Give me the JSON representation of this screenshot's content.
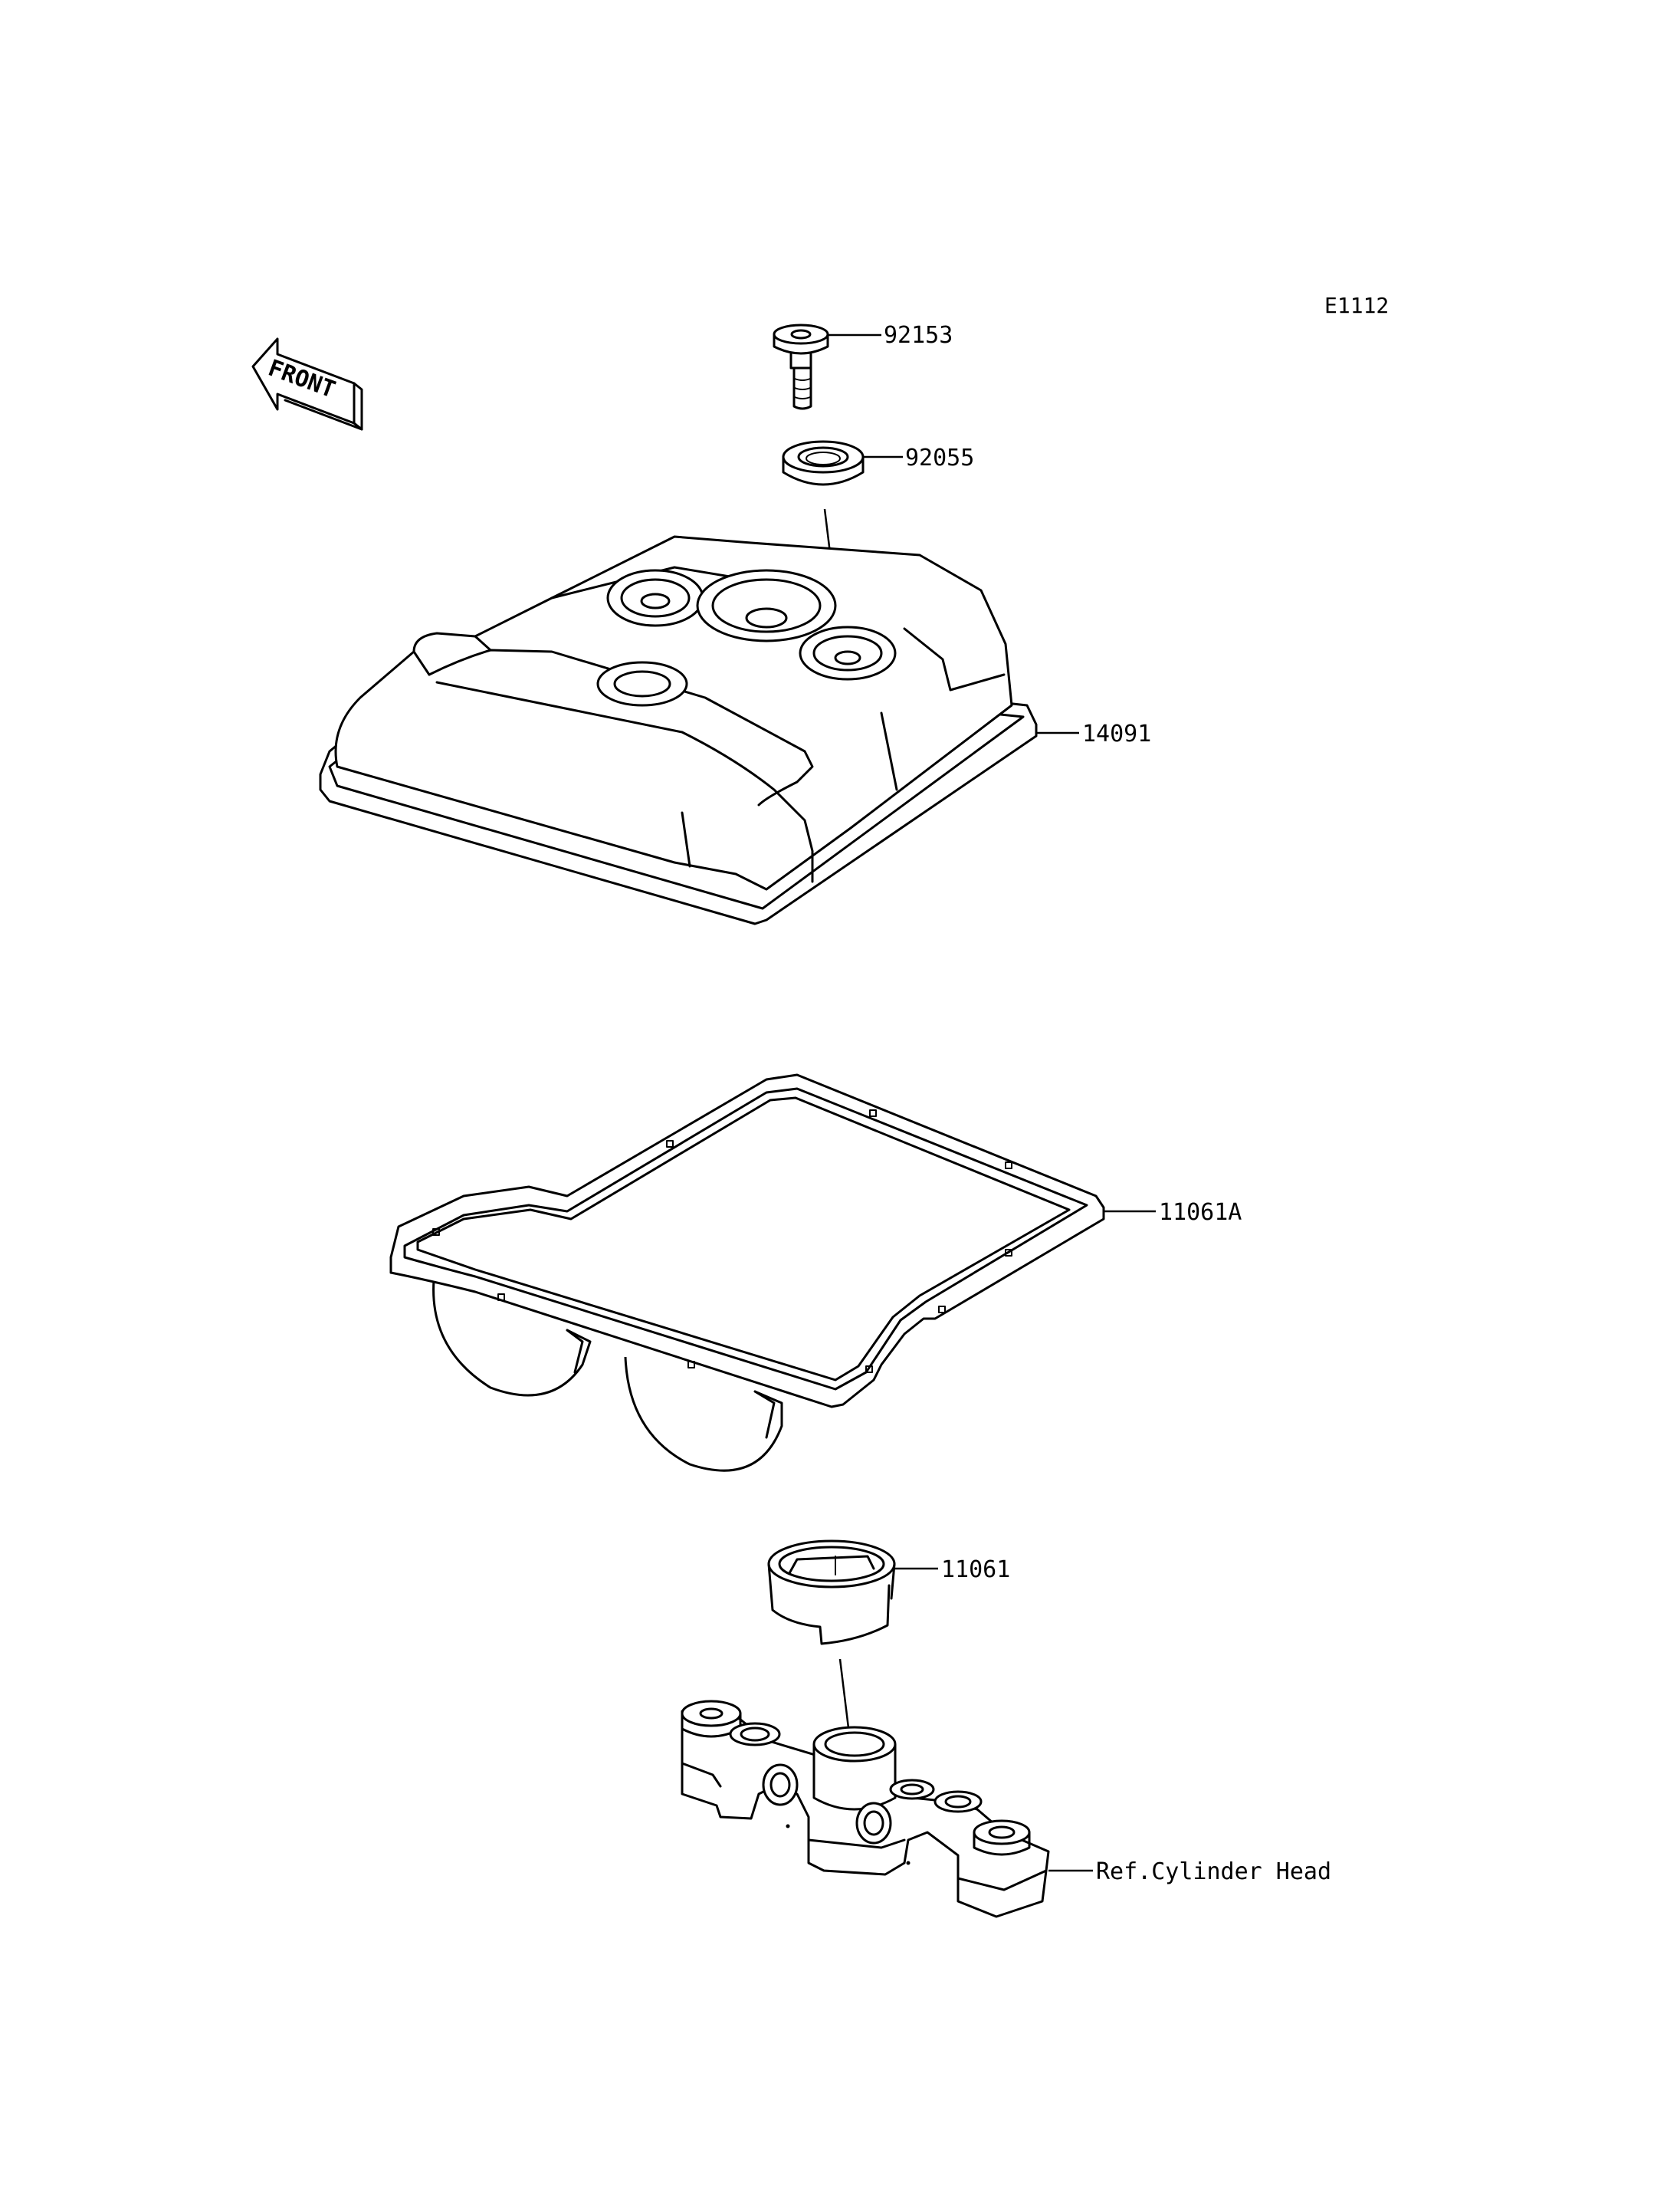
{
  "diagram_code": "E1112",
  "front_indicator": {
    "label": "FRONT",
    "icon": "front-arrow-icon"
  },
  "callouts": [
    {
      "id": "bolt",
      "label": "92153"
    },
    {
      "id": "grommet",
      "label": "92055"
    },
    {
      "id": "cylinder-head-cover",
      "label": "14091"
    },
    {
      "id": "cover-gasket",
      "label": "11061A"
    },
    {
      "id": "plug-gasket",
      "label": "11061"
    },
    {
      "id": "cylinder-head-ref",
      "label": "Ref.Cylinder Head"
    }
  ]
}
